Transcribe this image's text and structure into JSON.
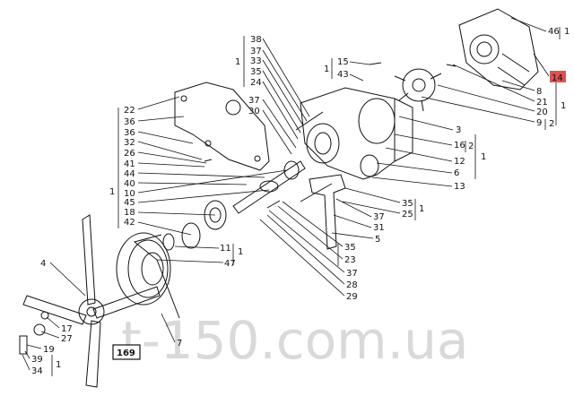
{
  "watermark": "t-150.com.ua",
  "figure_number": "169",
  "highlight_color": "#e05050",
  "callouts": {
    "c38": "38",
    "c37a": "37",
    "c33": "33",
    "c35a": "35",
    "c24": "24",
    "c37b": "37",
    "c30": "30",
    "bracket_left_top": "1",
    "c15": "15",
    "c43": "43",
    "bracket_15": "1",
    "c46": "46",
    "bracket_46": "1",
    "c14": "14",
    "c8": "8",
    "c21": "21",
    "c20": "20",
    "c9": "9",
    "bracket_9": "2",
    "bracket_right": "1",
    "c3": "3",
    "c16": "16",
    "bracket_16": "2",
    "c12": "12",
    "c6": "6",
    "c13": "13",
    "bracket_12": "1",
    "c22": "22",
    "c36a": "36",
    "c36b": "36",
    "c32": "32",
    "c26": "26",
    "c41": "41",
    "c44": "44",
    "c40": "40",
    "c10": "10",
    "c45": "45",
    "c18": "18",
    "c42": "42",
    "bracket_left_mid": "1",
    "c35b": "35",
    "c25": "25",
    "bracket_25": "1",
    "c37c": "37",
    "c31": "31",
    "c5": "5",
    "c11": "11",
    "bracket_11": "1",
    "c47": "47",
    "c4": "4",
    "c35c": "35",
    "c23": "23",
    "c37d": "37",
    "c28": "28",
    "c29": "29",
    "c17": "17",
    "c27": "27",
    "c19": "19",
    "c39": "39",
    "c34": "34",
    "bracket_39": "1",
    "c7": "7"
  }
}
